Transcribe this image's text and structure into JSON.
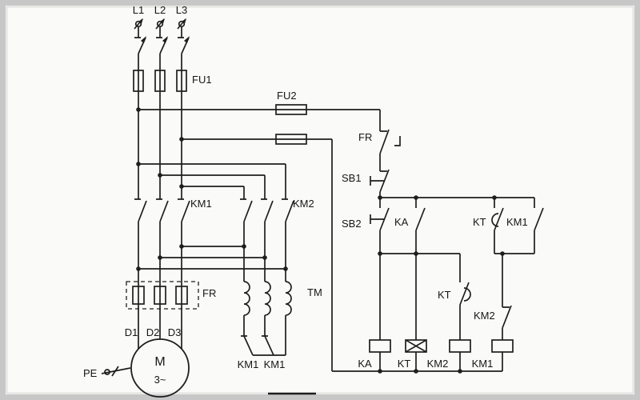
{
  "power_circuit": {
    "phase_labels": [
      "L1",
      "L2",
      "L3"
    ],
    "main_fuse": "FU1",
    "control_fuse": "FU2",
    "run_contactor": "KM1",
    "start_contactor": "KM2",
    "thermal_relay": "FR",
    "autotransformer": "TM",
    "motor_terminals": [
      "D1",
      "D2",
      "D3"
    ],
    "earth_label": "PE",
    "motor_letter": "M",
    "motor_phases": "3~",
    "star_contact_labels": [
      "KM1",
      "KM1"
    ]
  },
  "control_circuit": {
    "thermal_contact": "FR",
    "stop_button": "SB1",
    "start_button": "SB2",
    "relay_contact": "KA",
    "timer_contact_upper": "KT",
    "self_hold_contact": "KM1",
    "timer_contact_lower": "KT",
    "interlock_contact": "KM2",
    "coil_labels": [
      "KA",
      "KT",
      "KM2",
      "KM1"
    ]
  },
  "style": {
    "wire_color": "#1e1e1e",
    "paper_color": "#fafaf8",
    "frame_color": "#c7c7c7"
  }
}
